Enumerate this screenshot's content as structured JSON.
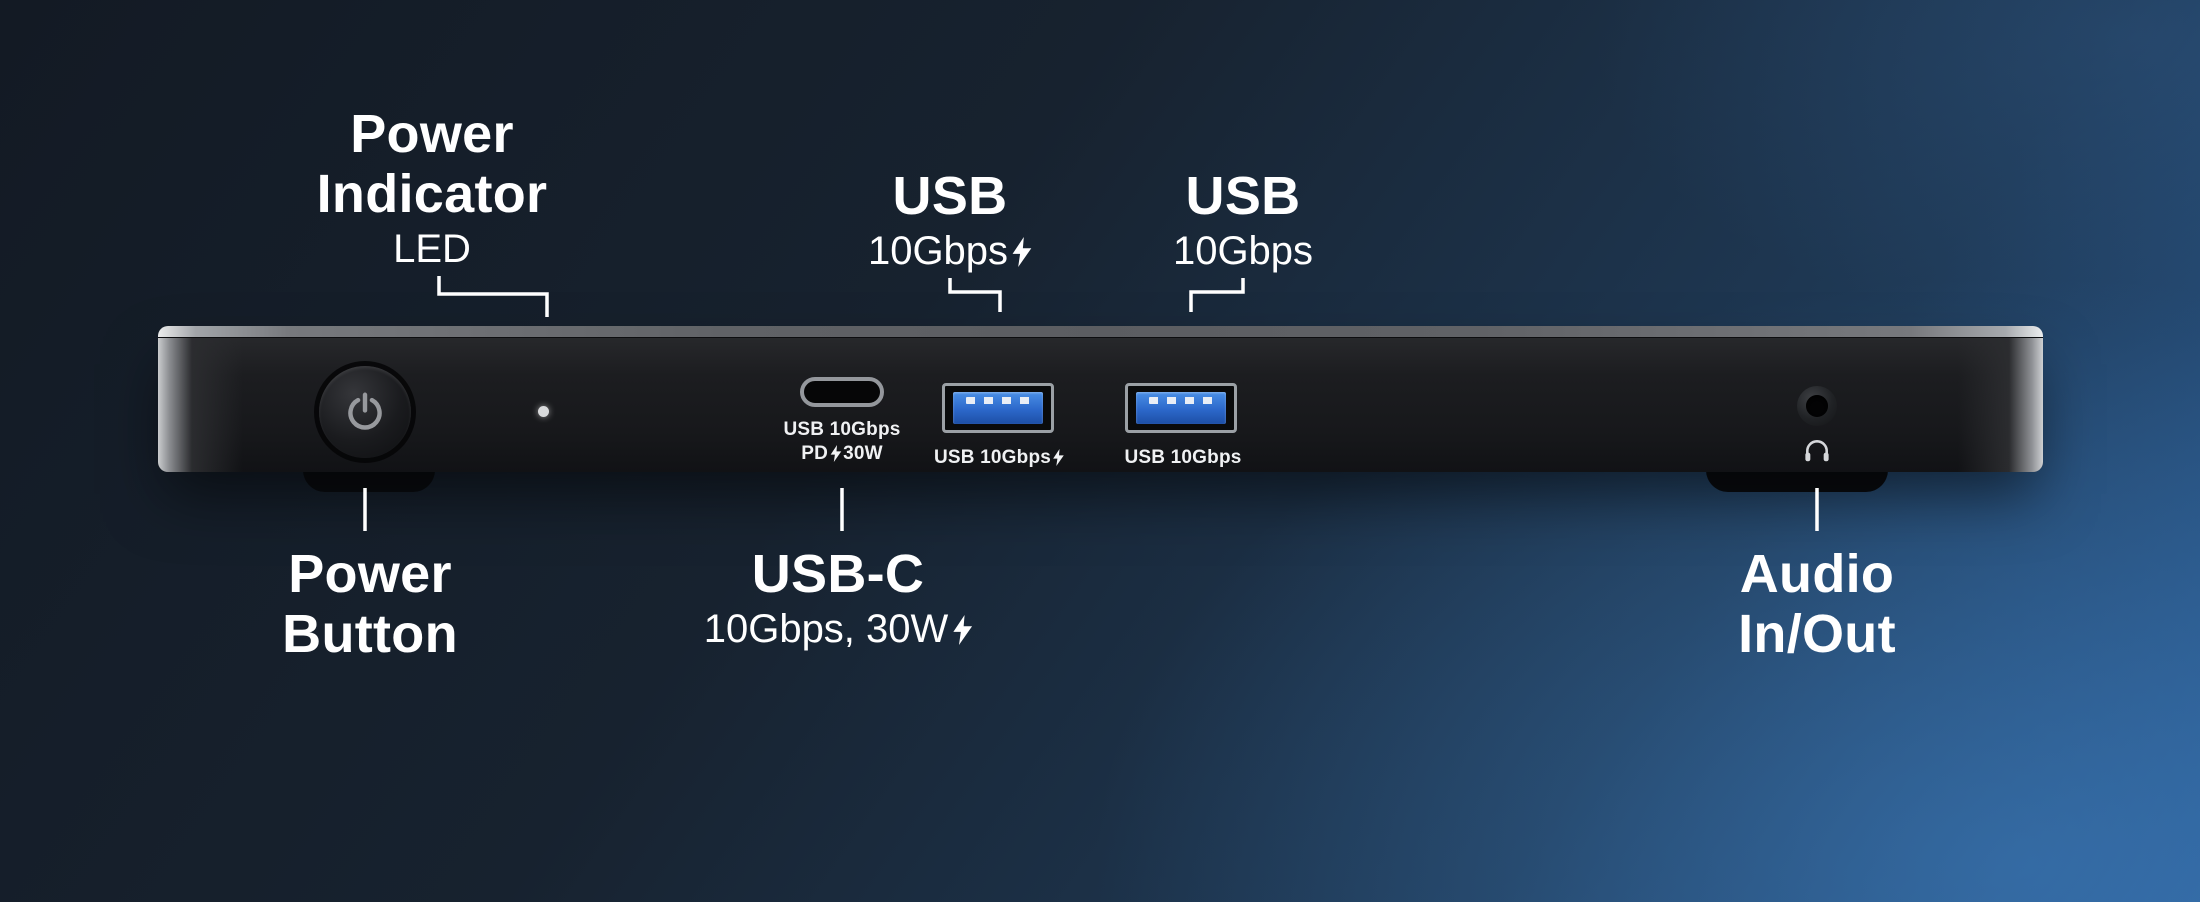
{
  "callouts": {
    "power_indicator": {
      "line1": "Power",
      "line2": "Indicator",
      "sub": "LED"
    },
    "usb_fast": {
      "title": "USB",
      "sub": "10Gbps"
    },
    "usb_plain": {
      "title": "USB",
      "sub": "10Gbps"
    },
    "power_button": {
      "line1": "Power",
      "line2": "Button"
    },
    "usb_c": {
      "title": "USB-C",
      "sub": "10Gbps, 30W"
    },
    "audio": {
      "line1": "Audio",
      "line2": "In/Out"
    }
  },
  "device_labels": {
    "usb_c_line1": "USB 10Gbps",
    "usb_c_pd": "PD",
    "usb_c_watt": "30W",
    "usb_a_1": "USB 10Gbps",
    "usb_a_2": "USB 10Gbps"
  },
  "icons": {
    "lightning_bolt": "⚡",
    "power_symbol": "⏻",
    "headset": "headset-glyph",
    "led_dot": "•"
  },
  "colors": {
    "background_top_left": "#131a24",
    "background_bottom_right": "#2a5b92",
    "callout_text": "#ffffff",
    "device_body": "#1b1c1f",
    "device_edge_silver": "#caccce",
    "usb_a_blue": "#2c68ca",
    "callout_line": "#ffffff"
  }
}
